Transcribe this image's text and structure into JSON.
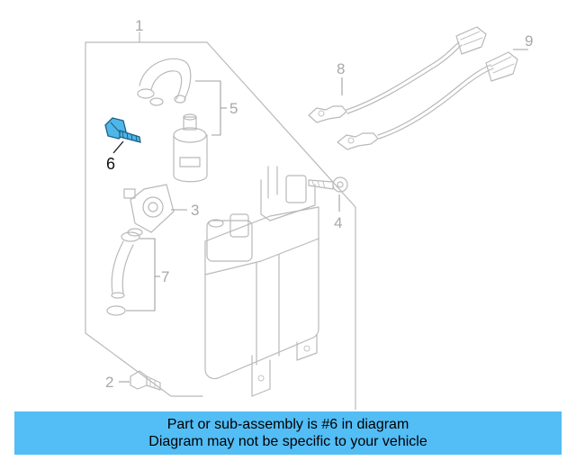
{
  "diagram": {
    "callouts": {
      "c1": "1",
      "c2": "2",
      "c3": "3",
      "c4": "4",
      "c5": "5",
      "c6": "6",
      "c7": "7",
      "c8": "8",
      "c9": "9"
    },
    "highlight_color": "#4fb6e8"
  },
  "banner": {
    "line1": "Part or sub-assembly is #6 in diagram",
    "line2": "Diagram may not be specific to your vehicle",
    "color": "#53bdf5"
  }
}
